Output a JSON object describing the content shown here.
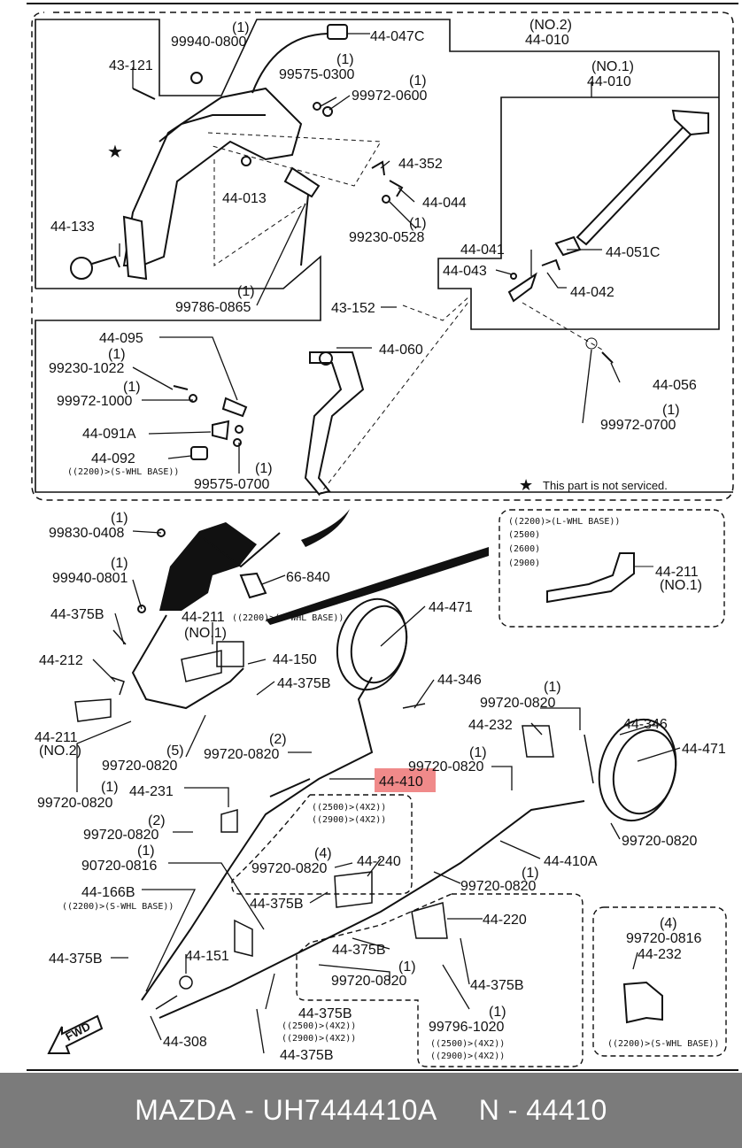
{
  "diagram": {
    "labels": [
      {
        "id": "l1",
        "text": "(1)"
      },
      {
        "id": "l2",
        "text": "99940-0800"
      },
      {
        "id": "l3",
        "text": "44-047C"
      },
      {
        "id": "l4",
        "text": "(NO.2)"
      },
      {
        "id": "l5",
        "text": "44-010"
      },
      {
        "id": "l6",
        "text": "43-121"
      },
      {
        "id": "l7",
        "text": "(1)"
      },
      {
        "id": "l8",
        "text": "99575-0300"
      },
      {
        "id": "l9",
        "text": "(1)"
      },
      {
        "id": "l10",
        "text": "99972-0600"
      },
      {
        "id": "l11",
        "text": "(NO.1)"
      },
      {
        "id": "l12",
        "text": "44-010"
      },
      {
        "id": "l13",
        "text": "44-352"
      },
      {
        "id": "l14",
        "text": "44-013"
      },
      {
        "id": "l15",
        "text": "44-044"
      },
      {
        "id": "l16",
        "text": "(1)"
      },
      {
        "id": "l17",
        "text": "99230-0528"
      },
      {
        "id": "l18",
        "text": "44-133"
      },
      {
        "id": "l19",
        "text": "44-041"
      },
      {
        "id": "l20",
        "text": "44-051C"
      },
      {
        "id": "l21",
        "text": "44-043"
      },
      {
        "id": "l22",
        "text": "44-042"
      },
      {
        "id": "l23",
        "text": "(1)"
      },
      {
        "id": "l24",
        "text": "99786-0865"
      },
      {
        "id": "l25",
        "text": "43-152"
      },
      {
        "id": "l26",
        "text": "44-095"
      },
      {
        "id": "l27",
        "text": "44-060"
      },
      {
        "id": "l28",
        "text": "(1)"
      },
      {
        "id": "l29",
        "text": "99230-1022"
      },
      {
        "id": "l30",
        "text": "(1)"
      },
      {
        "id": "l31",
        "text": "44-056"
      },
      {
        "id": "l32",
        "text": "99972-1000"
      },
      {
        "id": "l33",
        "text": "(1)"
      },
      {
        "id": "l34",
        "text": "99972-0700"
      },
      {
        "id": "l35",
        "text": "44-091A"
      },
      {
        "id": "l36",
        "text": "44-092"
      },
      {
        "id": "l37",
        "text": "((2200)>(S-WHL BASE))"
      },
      {
        "id": "l38",
        "text": "(1)"
      },
      {
        "id": "l39",
        "text": "99575-0700"
      },
      {
        "id": "l40",
        "text": "This part is not serviced."
      },
      {
        "id": "l41",
        "text": "(1)"
      },
      {
        "id": "l42",
        "text": "99830-0408"
      },
      {
        "id": "l43",
        "text": "((2200)>(L-WHL BASE))"
      },
      {
        "id": "l44",
        "text": "(2500)"
      },
      {
        "id": "l45",
        "text": "(2600)"
      },
      {
        "id": "l46",
        "text": "(2900)"
      },
      {
        "id": "l47",
        "text": "(1)"
      },
      {
        "id": "l48",
        "text": "99940-0801"
      },
      {
        "id": "l49",
        "text": "66-840"
      },
      {
        "id": "l50",
        "text": "44-211"
      },
      {
        "id": "l51",
        "text": "(NO.1)"
      },
      {
        "id": "l52",
        "text": "44-375B"
      },
      {
        "id": "l53",
        "text": "44-211"
      },
      {
        "id": "l54",
        "text": "((2200)>(S-WHL BASE))"
      },
      {
        "id": "l55",
        "text": "44-471"
      },
      {
        "id": "l56",
        "text": "(NO.1)"
      },
      {
        "id": "l57",
        "text": "44-212"
      },
      {
        "id": "l58",
        "text": "44-150"
      },
      {
        "id": "l59",
        "text": "44-375B"
      },
      {
        "id": "l60",
        "text": "44-346"
      },
      {
        "id": "l61",
        "text": "(1)"
      },
      {
        "id": "l62",
        "text": "99720-0820"
      },
      {
        "id": "l63",
        "text": "44-211"
      },
      {
        "id": "l64",
        "text": "(NO.2)"
      },
      {
        "id": "l65",
        "text": "44-232"
      },
      {
        "id": "l66",
        "text": "44-346"
      },
      {
        "id": "l67",
        "text": "(5)"
      },
      {
        "id": "l68",
        "text": "99720-0820"
      },
      {
        "id": "l69",
        "text": "(2)"
      },
      {
        "id": "l70",
        "text": "99720-0820"
      },
      {
        "id": "l71",
        "text": "(1)"
      },
      {
        "id": "l72",
        "text": "99720-0820"
      },
      {
        "id": "l73",
        "text": "44-471"
      },
      {
        "id": "l74",
        "text": "(1)"
      },
      {
        "id": "l75",
        "text": "99720-0820"
      },
      {
        "id": "l76",
        "text": "44-410"
      },
      {
        "id": "l77",
        "text": "44-231"
      },
      {
        "id": "l78",
        "text": "((2500)>(4X2))"
      },
      {
        "id": "l79",
        "text": "((2900)>(4X2))"
      },
      {
        "id": "l80",
        "text": "(2)"
      },
      {
        "id": "l81",
        "text": "99720-0820"
      },
      {
        "id": "l82",
        "text": "99720-0820"
      },
      {
        "id": "l83",
        "text": "(1)"
      },
      {
        "id": "l84",
        "text": "(4)"
      },
      {
        "id": "l85",
        "text": "99720-0820"
      },
      {
        "id": "l86",
        "text": "44-240"
      },
      {
        "id": "l87",
        "text": "44-410A"
      },
      {
        "id": "l88",
        "text": "90720-0816"
      },
      {
        "id": "l89",
        "text": "(1)"
      },
      {
        "id": "l90",
        "text": "99720-0820"
      },
      {
        "id": "l91",
        "text": "44-166B"
      },
      {
        "id": "l92",
        "text": "((2200)>(S-WHL BASE))"
      },
      {
        "id": "l93",
        "text": "44-375B"
      },
      {
        "id": "l94",
        "text": "44-220"
      },
      {
        "id": "l95",
        "text": "(4)"
      },
      {
        "id": "l96",
        "text": "99720-0816"
      },
      {
        "id": "l97",
        "text": "44-375B"
      },
      {
        "id": "l98",
        "text": "44-151"
      },
      {
        "id": "l99",
        "text": "44-375B"
      },
      {
        "id": "l100",
        "text": "44-232"
      },
      {
        "id": "l101",
        "text": "(1)"
      },
      {
        "id": "l102",
        "text": "99720-0820"
      },
      {
        "id": "l103",
        "text": "44-375B"
      },
      {
        "id": "l104",
        "text": "44-375B"
      },
      {
        "id": "l105",
        "text": "(1)"
      },
      {
        "id": "l106",
        "text": "99796-1020"
      },
      {
        "id": "l107",
        "text": "((2500)>(4X2))"
      },
      {
        "id": "l108",
        "text": "((2900)>(4X2))"
      },
      {
        "id": "l109",
        "text": "44-308"
      },
      {
        "id": "l110",
        "text": "((2500)>(4X2))"
      },
      {
        "id": "l111",
        "text": "((2900)>(4X2))"
      },
      {
        "id": "l112",
        "text": "44-375B"
      },
      {
        "id": "l113",
        "text": "((2200)>(S-WHL BASE))"
      },
      {
        "id": "l114",
        "text": "FWD"
      }
    ],
    "star_glyph": "★",
    "highlight_color": "#f08a8a",
    "highlighted_part": "44-410"
  },
  "footer": {
    "brand": "MAZDA",
    "separator": " - ",
    "part_number": "UH7444410A",
    "index_label": "N - 44410",
    "background": "#7b7b7b"
  }
}
